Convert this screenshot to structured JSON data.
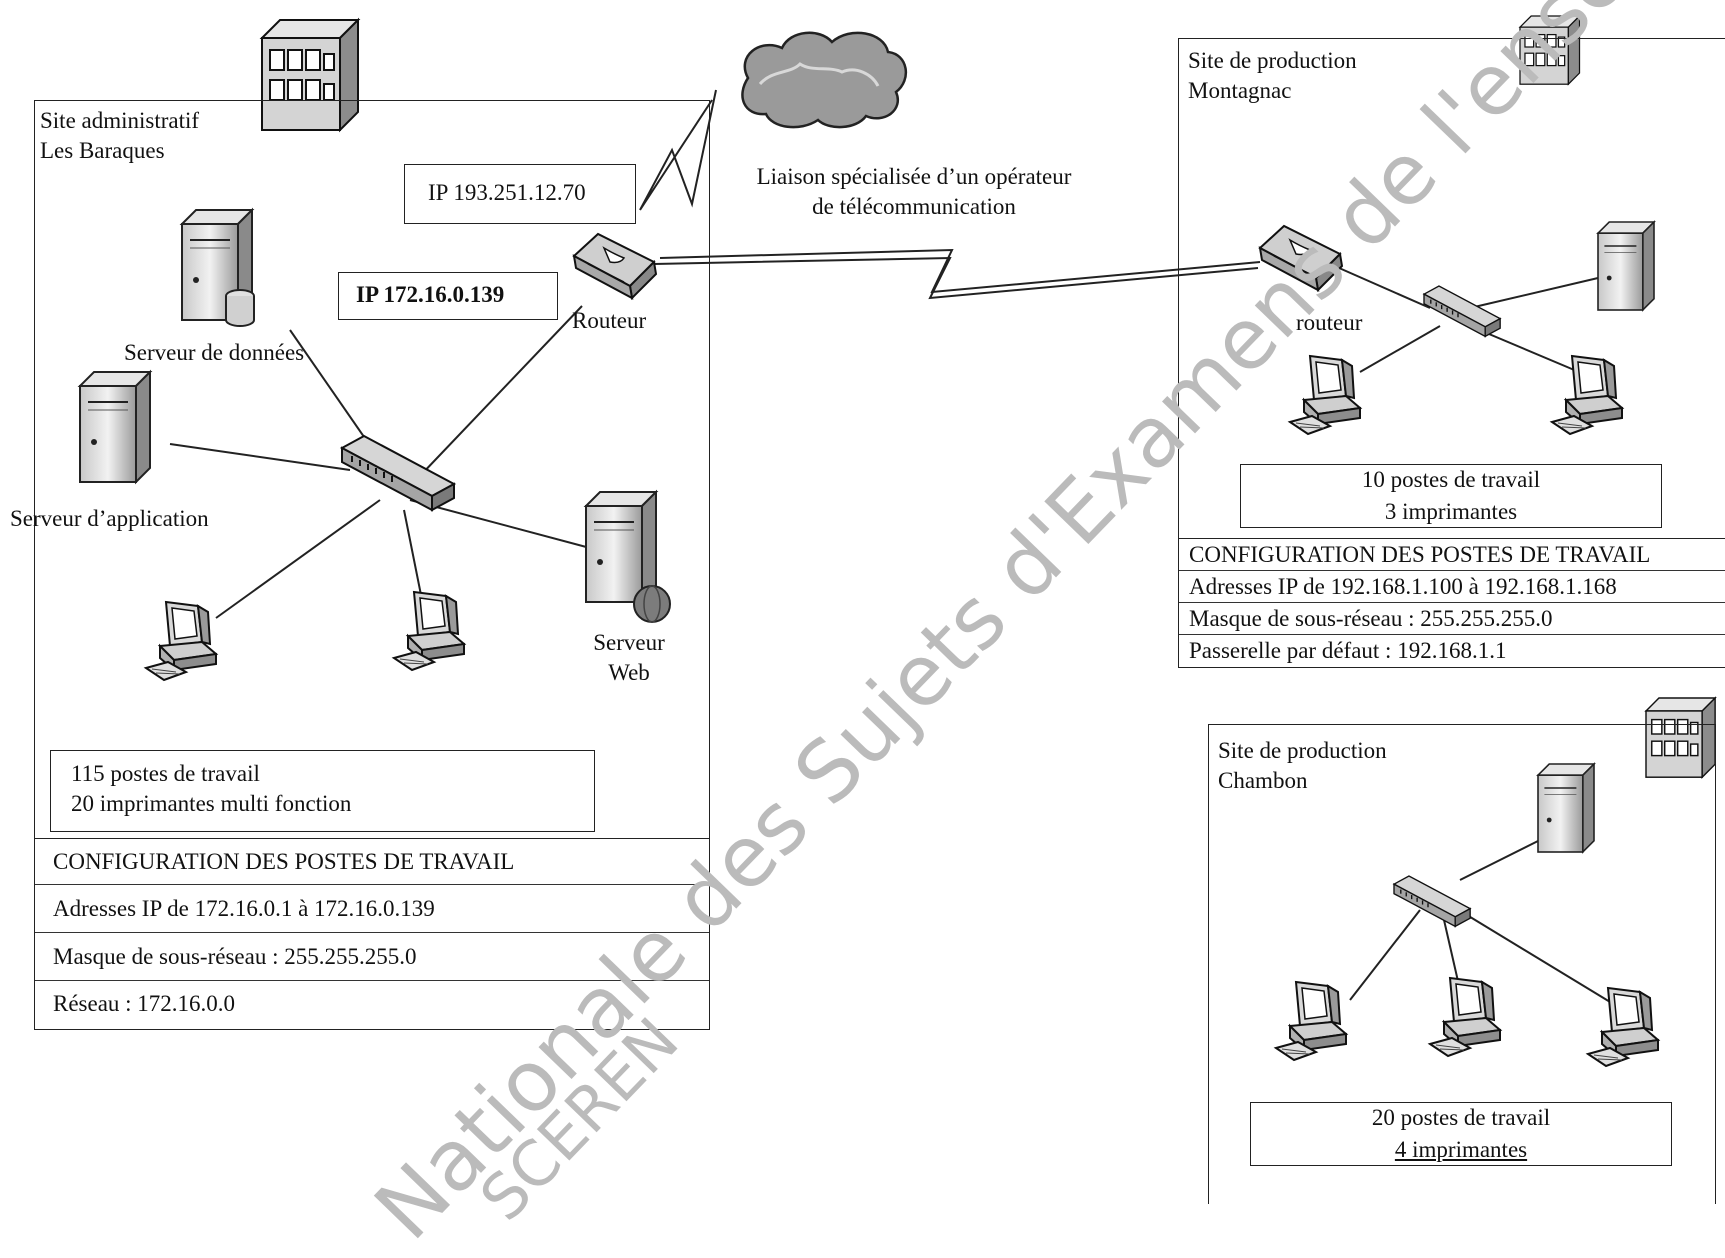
{
  "sites": {
    "admin": {
      "name_line1": "Site administratif",
      "name_line2": "Les Baraques",
      "labels": {
        "data_server": "Serveur de données",
        "app_server": "Serveur d’application",
        "web_server_line1": "Serveur",
        "web_server_line2": "Web",
        "router": "Routeur",
        "ip_external": "IP 193.251.12.70",
        "ip_internal": "IP 172.16.0.139"
      },
      "summary": [
        "115 postes de travail",
        "20 imprimantes multi fonction"
      ],
      "config": {
        "title": "CONFIGURATION DES POSTES DE TRAVAIL",
        "rows": [
          "Adresses IP de 172.16.0.1 à 172.16.0.139",
          "Masque de sous-réseau : 255.255.255.0",
          "Réseau : 172.16.0.0"
        ]
      }
    },
    "montagnac": {
      "name_line1": "Site de production",
      "name_line2": "Montagnac",
      "router": "routeur",
      "summary": [
        "10 postes de travail",
        "3 imprimantes"
      ],
      "config": {
        "title": "CONFIGURATION DES POSTES DE TRAVAIL",
        "rows": [
          "Adresses IP de 192.168.1.100 à 192.168.1.168",
          "Masque de sous-réseau : 255.255.255.0",
          "Passerelle par défaut : 192.168.1.1"
        ]
      }
    },
    "chambon": {
      "name_line1": "Site de production",
      "name_line2": "Chambon",
      "summary": [
        "20 postes de travail",
        "4 imprimantes"
      ]
    }
  },
  "link": {
    "line1": "Liaison spécialisée d’un opérateur",
    "line2": "de télécommunication"
  },
  "watermark": {
    "line1": "Nationale des Sujets d'Examens de l'enseignement profession",
    "line2": "SCEREN"
  },
  "icons": [
    "building-icon",
    "cloud-icon",
    "server-icon",
    "database-icon",
    "router-icon",
    "switch-icon",
    "workstation-icon",
    "globe-icon"
  ]
}
